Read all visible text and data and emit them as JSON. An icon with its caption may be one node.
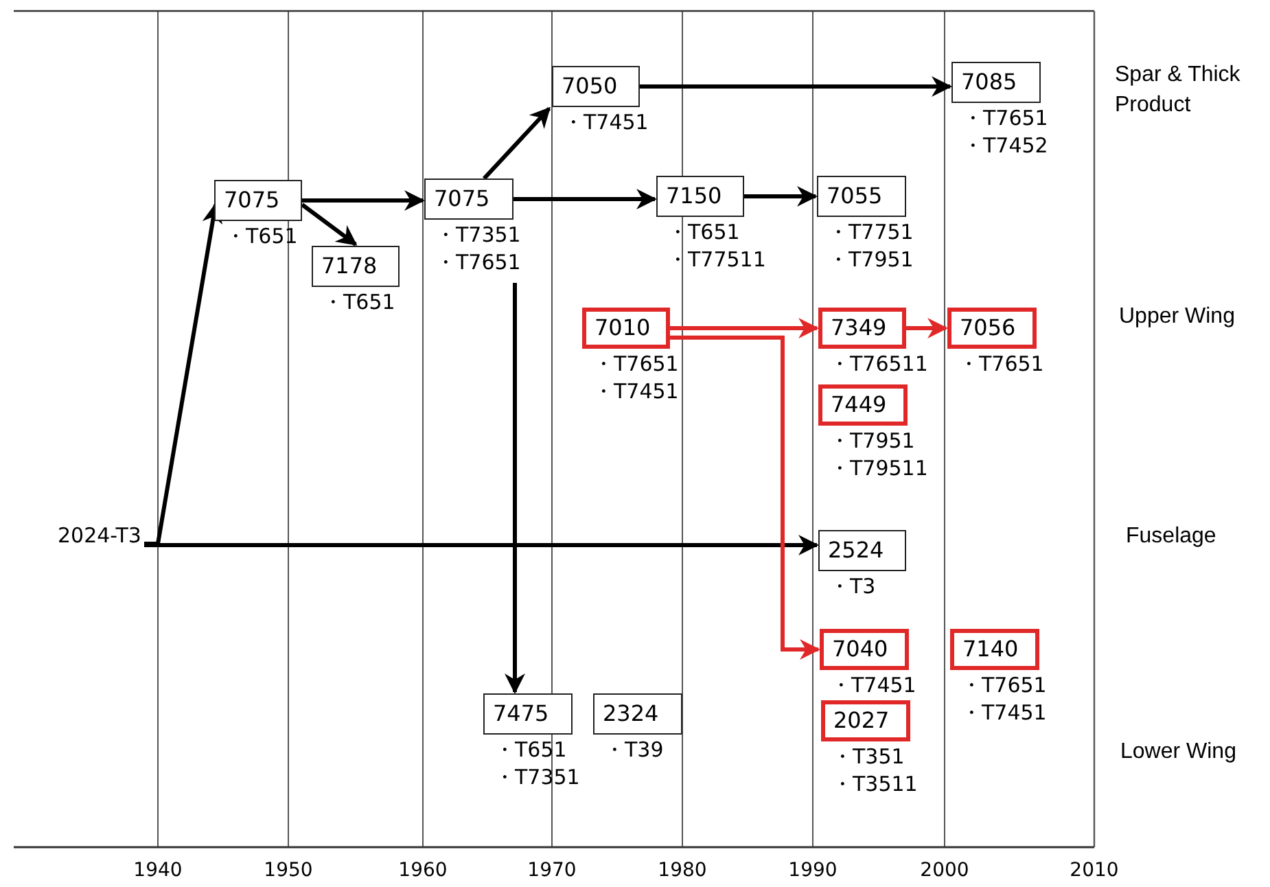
{
  "diagram": {
    "nodes": [
      {
        "text": [
          "2024-T3"
        ]
      },
      {
        "text": [
          "7075"
        ],
        "beside": [
          "・T651"
        ]
      },
      {
        "text": [
          "7178"
        ],
        "beside": [
          "・T651"
        ]
      },
      {
        "text": [
          "7075"
        ],
        "beside": [
          "・T7351",
          "・T7651"
        ]
      },
      {
        "text": [
          "7050"
        ],
        "beside": [
          "・T7451"
        ]
      },
      {
        "text": [
          "7150"
        ],
        "beside": [
          "・T651",
          "・T77511"
        ]
      },
      {
        "text": [
          "7055"
        ],
        "beside": [
          "・T7751",
          "・T7951"
        ]
      },
      {
        "text": [
          "7085"
        ],
        "beside": [
          "・T7651",
          "・T7452"
        ]
      },
      {
        "text": [
          "7010"
        ],
        "beside": [
          "・T7651",
          "・T7451"
        ]
      },
      {
        "text": [
          "7349"
        ],
        "beside": [
          "・T76511"
        ]
      },
      {
        "text": [
          "7056"
        ],
        "beside": [
          "・T7651"
        ]
      },
      {
        "text": [
          "7449"
        ],
        "beside": [
          "・T7951",
          "・T79511"
        ]
      },
      {
        "text": [
          "2524"
        ],
        "beside": [
          "・T3"
        ]
      },
      {
        "text": [
          "7040"
        ],
        "beside": [
          "・T7451"
        ]
      },
      {
        "text": [
          "7140"
        ],
        "beside": [
          "・T7651",
          "・T7451"
        ]
      },
      {
        "text": [
          "7475"
        ],
        "beside": [
          "・T651",
          "・T7351"
        ]
      },
      {
        "text": [
          "2324"
        ],
        "beside": [
          "・T39"
        ]
      },
      {
        "text": [
          "2027"
        ],
        "beside": [
          "・T351",
          "・T3511"
        ]
      }
    ],
    "edges": [
      {
        "from": 0,
        "to": 1,
        "arrow": "to"
      },
      {
        "from": 1,
        "to": 3,
        "arrow": "to"
      },
      {
        "from": 1,
        "to": 2,
        "arrow": "to"
      },
      {
        "from": 3,
        "to": 4,
        "arrow": "to"
      },
      {
        "from": 3,
        "to": 5,
        "arrow": "to"
      },
      {
        "from": 5,
        "to": 6,
        "arrow": "to"
      },
      {
        "from": 4,
        "to": 7,
        "arrow": "to"
      },
      {
        "from": 3,
        "to": 15,
        "arrow": "to"
      },
      {
        "from": 0,
        "to": 12,
        "arrow": "to"
      },
      {
        "from": 8,
        "to": 9,
        "arrow": "to",
        "color": "#e02828"
      },
      {
        "from": 9,
        "to": 10,
        "arrow": "to",
        "color": "#e02828"
      },
      {
        "from": 8,
        "to": 13,
        "arrow": "to",
        "color": "#e02828"
      }
    ],
    "labels": [
      "Spar & Thick Product",
      "Upper Wing",
      "Fuselage",
      "Lower Wing",
      "1940",
      "1950",
      "1960",
      "1970",
      "1980",
      "1990",
      "2000",
      "2010"
    ]
  }
}
